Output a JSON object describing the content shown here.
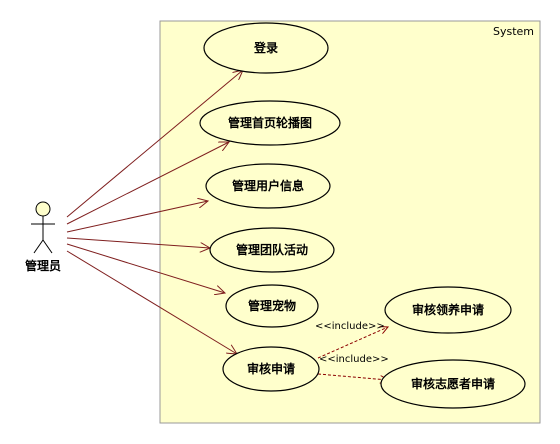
{
  "system": {
    "label": "System"
  },
  "actor": {
    "name": "管理员"
  },
  "use_cases": {
    "login": "登录",
    "carousel": "管理首页轮播图",
    "users": "管理用户信息",
    "team_activities": "管理团队活动",
    "pets": "管理宠物",
    "review": "审核申请",
    "adoption_review": "审核领养申请",
    "volunteer_review": "审核志愿者申请"
  },
  "relations": {
    "include_adoption": "<<include>>",
    "include_volunteer": "<<include>>"
  },
  "colors": {
    "fill": "#ffffcc",
    "association": "#7f1f1f",
    "include": "#8b0000",
    "boundary_border": "#999999"
  }
}
